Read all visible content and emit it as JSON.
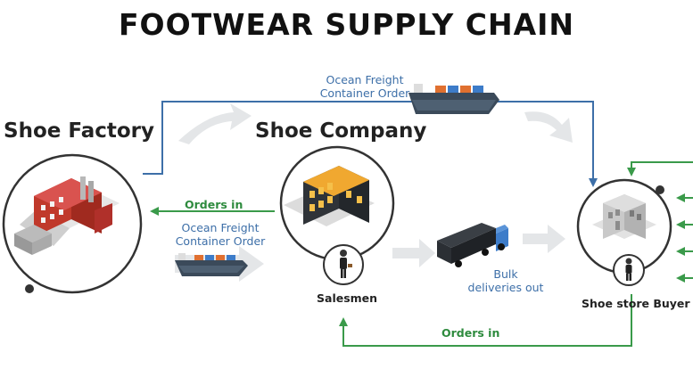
{
  "title": "FOOTWEAR SUPPLY CHAIN",
  "nodes": {
    "factory": "Shoe Factory",
    "company": "Shoe Company",
    "salesmen": "Salesmen",
    "buyer": "Shoe store Buyer"
  },
  "flows": {
    "top_freight_line1": "Ocean Freight",
    "top_freight_line2": "Container Order",
    "orders_in_factory": "Orders in",
    "mid_freight_line1": "Ocean Freight",
    "mid_freight_line2": "Container Order",
    "bulk_line1": "Bulk",
    "bulk_line2": "deliveries out",
    "orders_in_bottom": "Orders in"
  },
  "colors": {
    "flow_blue": "#3d6fa8",
    "orders_green": "#3a9a4a",
    "circle_stroke": "#333333"
  }
}
